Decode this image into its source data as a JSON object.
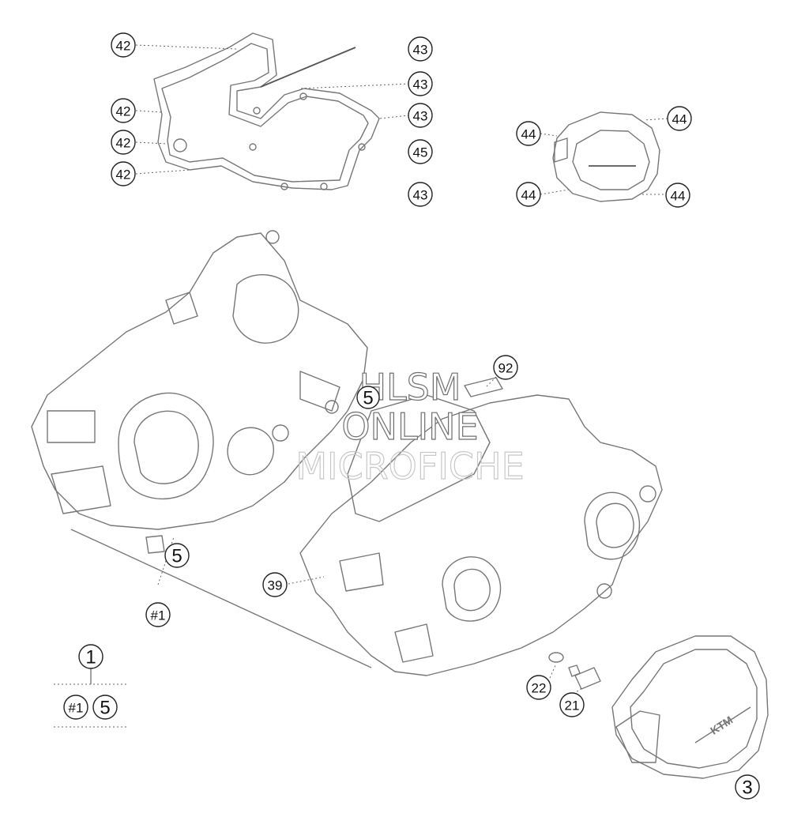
{
  "watermark": {
    "line1": "HLSM",
    "line2": "ONLINE",
    "line3": "MICROFICHE"
  },
  "callouts": [
    {
      "id": "c42a",
      "label": "42"
    },
    {
      "id": "c42b",
      "label": "42"
    },
    {
      "id": "c42c",
      "label": "42"
    },
    {
      "id": "c42d",
      "label": "42"
    },
    {
      "id": "c43a",
      "label": "43"
    },
    {
      "id": "c43b",
      "label": "43"
    },
    {
      "id": "c43c",
      "label": "43"
    },
    {
      "id": "c45",
      "label": "45"
    },
    {
      "id": "c43d",
      "label": "43"
    },
    {
      "id": "c44a",
      "label": "44"
    },
    {
      "id": "c44b",
      "label": "44"
    },
    {
      "id": "c44c",
      "label": "44"
    },
    {
      "id": "c44d",
      "label": "44"
    },
    {
      "id": "c92",
      "label": "92"
    },
    {
      "id": "c5mid",
      "label": "5"
    },
    {
      "id": "c5left",
      "label": "5"
    },
    {
      "id": "c39",
      "label": "39"
    },
    {
      "id": "c1sub",
      "label": "#1"
    },
    {
      "id": "c1",
      "label": "1"
    },
    {
      "id": "c1legend",
      "label": "#1"
    },
    {
      "id": "c5legend",
      "label": "5"
    },
    {
      "id": "c22",
      "label": "22"
    },
    {
      "id": "c21",
      "label": "21"
    },
    {
      "id": "c3",
      "label": "3"
    }
  ],
  "ignition_cover_logo": "KTM"
}
